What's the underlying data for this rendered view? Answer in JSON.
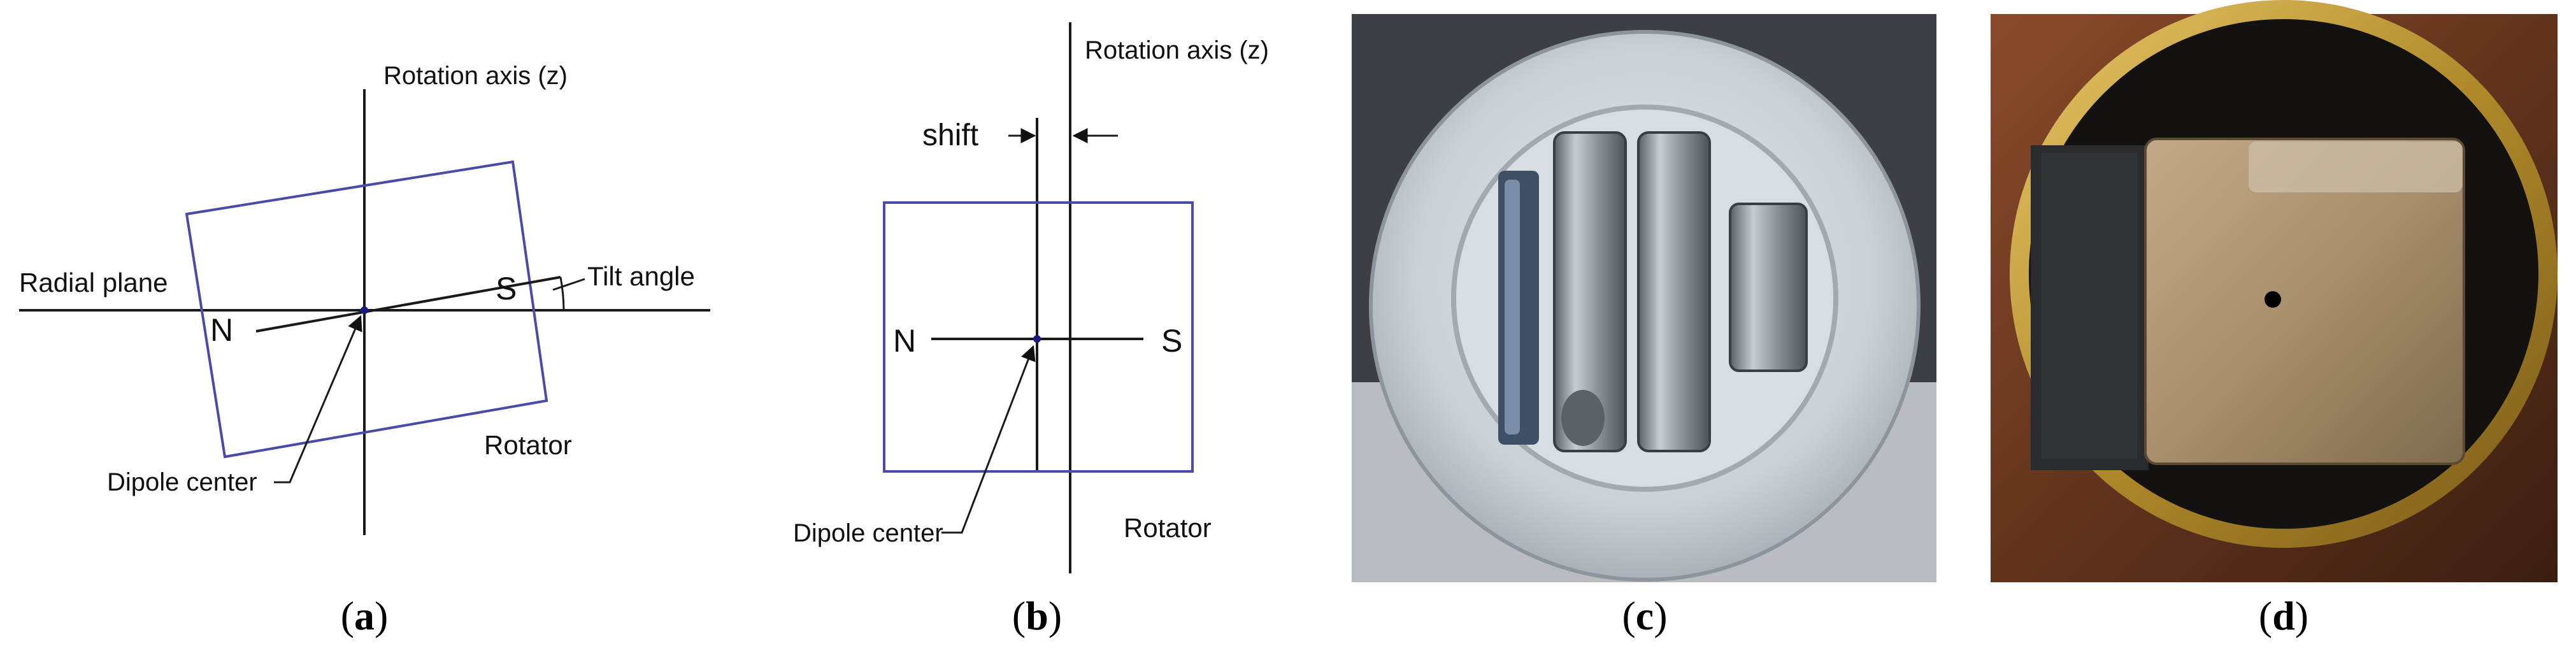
{
  "panels": {
    "a": {
      "caption_letter": "a",
      "rotation_axis_label": "Rotation axis (z)",
      "radial_plane_label": "Radial plane",
      "tilt_angle_label": "Tilt angle",
      "north_label": "N",
      "south_label": "S",
      "dipole_center_label": "Dipole center",
      "rotator_label": "Rotator"
    },
    "b": {
      "caption_letter": "b",
      "rotation_axis_label": "Rotation axis (z)",
      "shift_label": "shift",
      "north_label": "N",
      "south_label": "S",
      "dipole_center_label": "Dipole center",
      "rotator_label": "Rotator"
    },
    "c": {
      "caption_letter": "c"
    },
    "d": {
      "caption_letter": "d"
    }
  },
  "colors": {
    "rotator_outline": "#4a4aa8",
    "line": "#1a1a1a",
    "dipole_dot": "#1a1a80"
  }
}
